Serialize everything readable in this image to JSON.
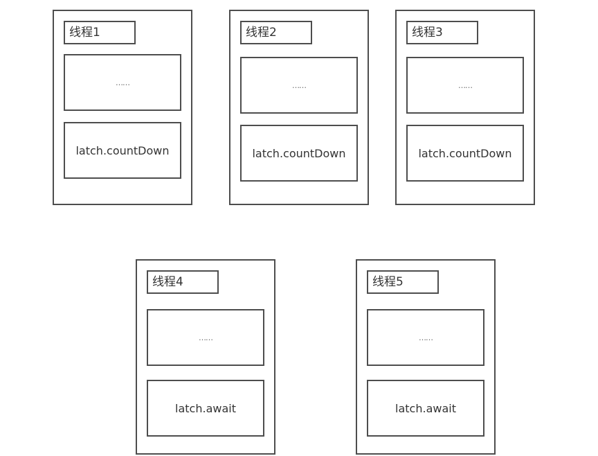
{
  "threads": [
    {
      "label": "线程1",
      "work": "……",
      "latch": "latch.countDown"
    },
    {
      "label": "线程2",
      "work": "……",
      "latch": "latch.countDown"
    },
    {
      "label": "线程3",
      "work": "……",
      "latch": "latch.countDown"
    },
    {
      "label": "线程4",
      "work": "……",
      "latch": "latch.await"
    },
    {
      "label": "线程5",
      "work": "……",
      "latch": "latch.await"
    }
  ]
}
